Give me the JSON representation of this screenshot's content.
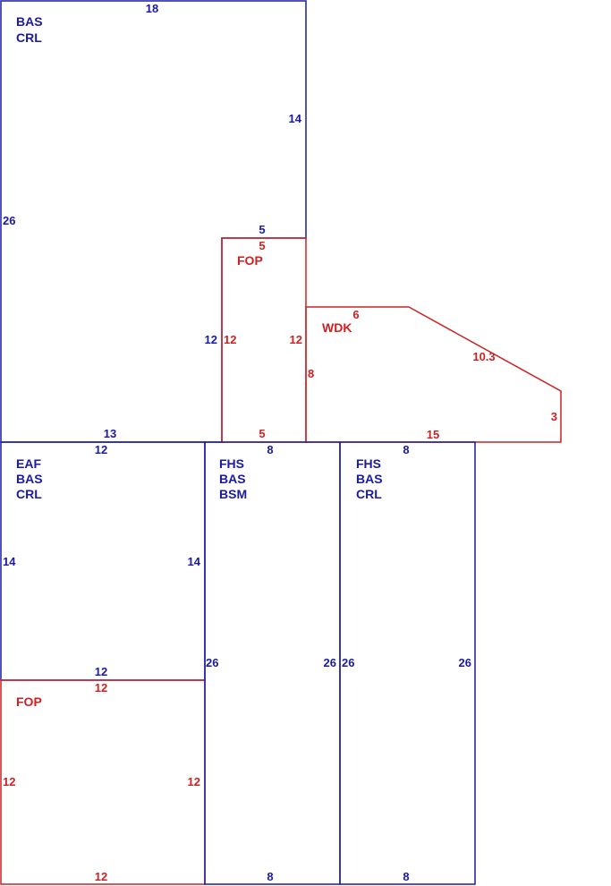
{
  "colors": {
    "blue": "#1a1aa6",
    "red": "#cc2222",
    "background": "#ffffff"
  },
  "areas": {
    "main": {
      "codes": [
        "BAS",
        "CRL"
      ],
      "dims": {
        "top": "18",
        "right_upper": "14",
        "left": "26",
        "inner_top": "5",
        "inner_right": "12",
        "bottom": "13"
      }
    },
    "fop_porch": {
      "code": "FOP",
      "dims": {
        "top": "5",
        "left": "12",
        "right": "12",
        "bottom": "5"
      }
    },
    "wdk_deck": {
      "code": "WDK",
      "dims": {
        "top": "6",
        "diagonal": "10.3",
        "right": "3",
        "bottom": "15",
        "left": "8"
      }
    },
    "eaf_section": {
      "codes": [
        "EAF",
        "BAS",
        "CRL"
      ],
      "dims": {
        "top": "12",
        "left": "14",
        "right": "14",
        "bottom": "12"
      }
    },
    "fop_lower": {
      "code": "FOP",
      "dims": {
        "top": "12",
        "left": "12",
        "right": "12",
        "bottom": "12"
      }
    },
    "fhs_bsm": {
      "codes": [
        "FHS",
        "BAS",
        "BSM"
      ],
      "dims": {
        "top": "8",
        "left": "26",
        "right": "26",
        "bottom": "8"
      }
    },
    "fhs_crl": {
      "codes": [
        "FHS",
        "BAS",
        "CRL"
      ],
      "dims": {
        "top": "8",
        "left": "26",
        "right": "26",
        "bottom": "8"
      }
    }
  }
}
